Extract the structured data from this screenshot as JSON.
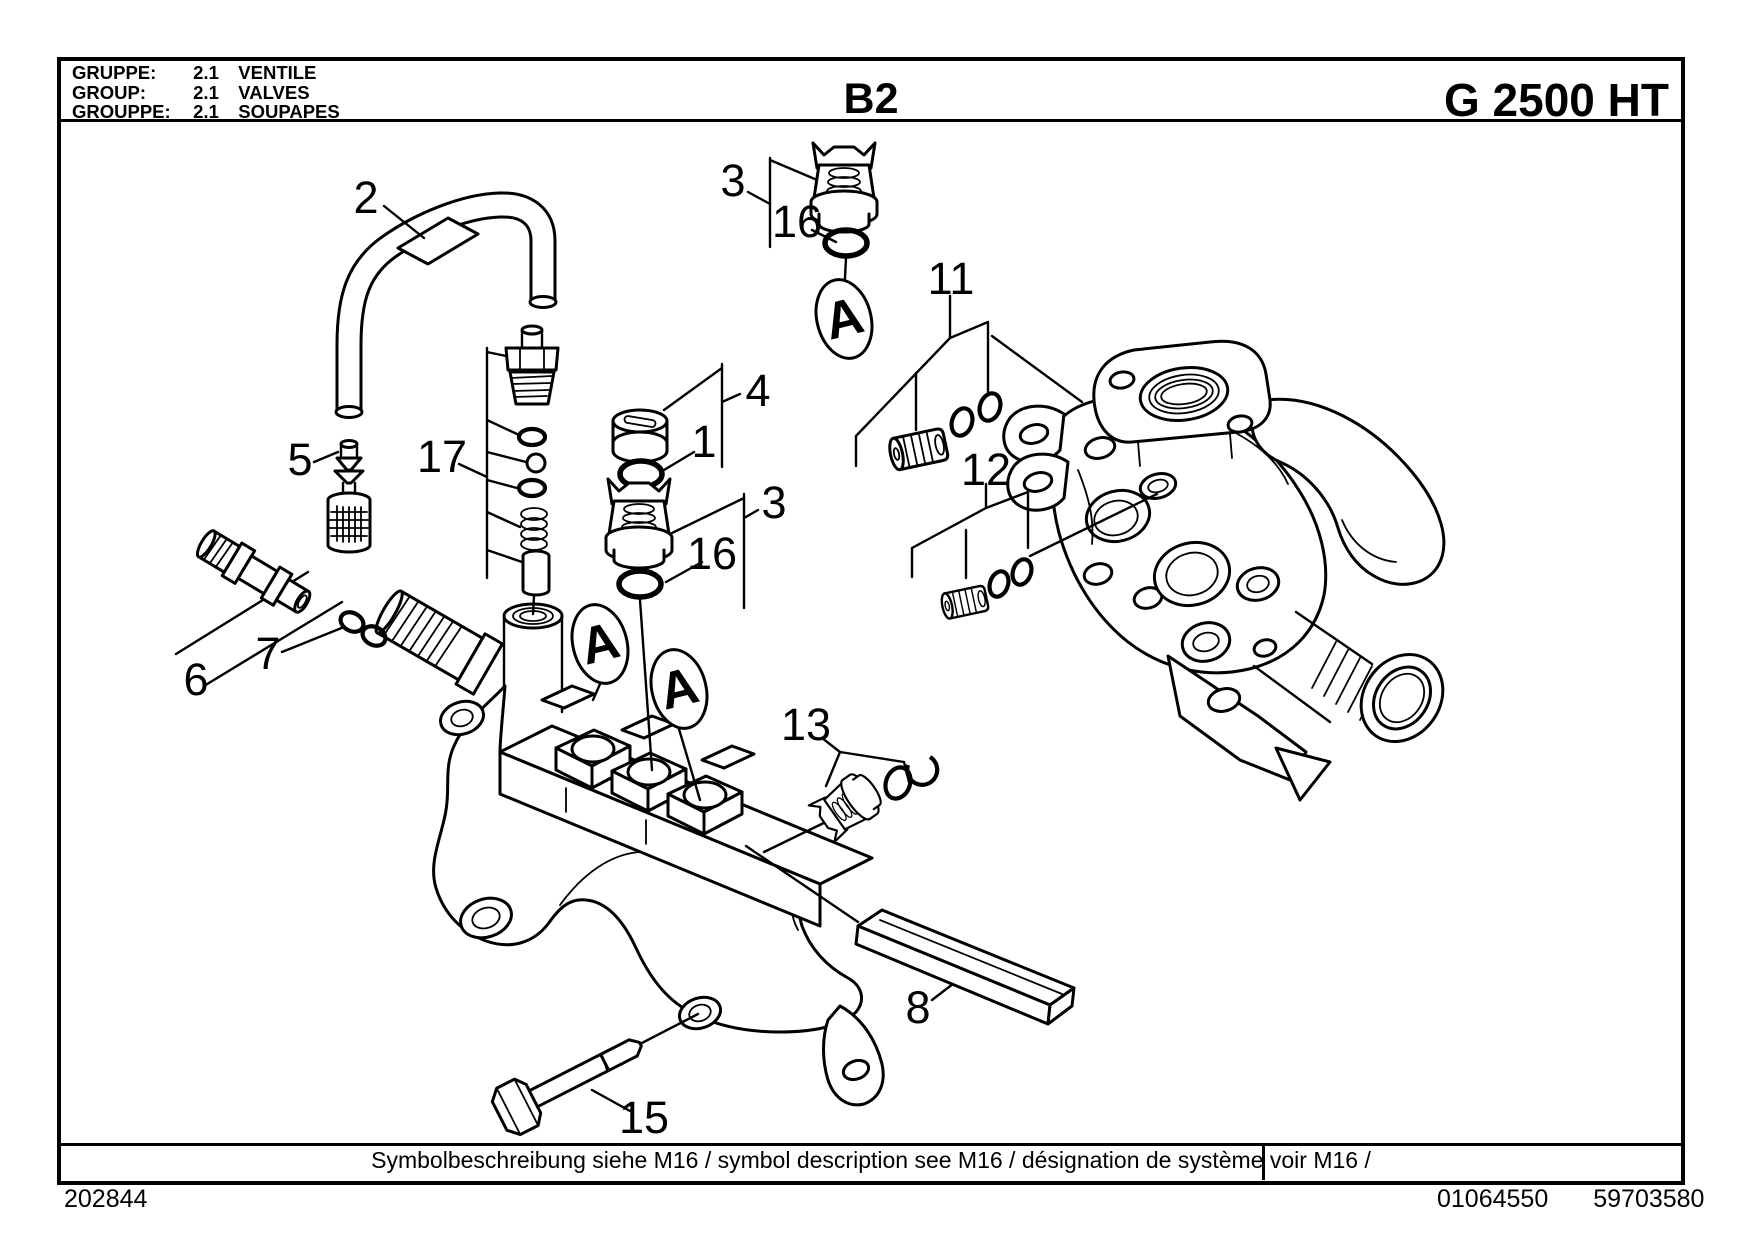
{
  "header": {
    "rows": [
      {
        "label": "GRUPPE:",
        "code": "2.1",
        "name": "VENTILE"
      },
      {
        "label": "GROUP:",
        "code": "2.1",
        "name": "VALVES"
      },
      {
        "label": "GROUPPE:",
        "code": "2.1",
        "name": "SOUPAPES"
      }
    ],
    "sheet": "B2",
    "model": "G 2500 HT"
  },
  "footer": {
    "note": "Symbolbeschreibung siehe M16 / symbol description see M16 / désignation de système voir M16 /",
    "left_number": "202844",
    "right_numbers": [
      "01064550",
      "59703580"
    ]
  },
  "callouts": [
    {
      "ref": "2"
    },
    {
      "ref": "3"
    },
    {
      "ref": "16"
    },
    {
      "ref": "11"
    },
    {
      "ref": "4"
    },
    {
      "ref": "1"
    },
    {
      "ref": "17"
    },
    {
      "ref": "5"
    },
    {
      "ref": "3"
    },
    {
      "ref": "16"
    },
    {
      "ref": "12"
    },
    {
      "ref": "7"
    },
    {
      "ref": "6"
    },
    {
      "ref": "13"
    },
    {
      "ref": "8"
    },
    {
      "ref": "15"
    }
  ],
  "markers": [
    {
      "letter": "A"
    },
    {
      "letter": "A"
    },
    {
      "letter": "A"
    }
  ]
}
